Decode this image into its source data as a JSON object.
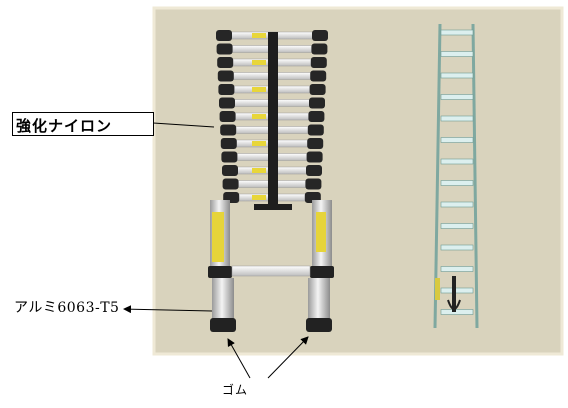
{
  "callouts": {
    "nylon": "強化ナイロン",
    "aluminum": "アルミ6063-T5",
    "rubber": "ゴム"
  },
  "colors": {
    "background": "#d9d3bd",
    "border": "#efead8",
    "rung": "#e8e8e8",
    "hinge": "#2a2a2a",
    "label": "#e8d63a",
    "slim_rung": "#d8ecec",
    "slim_rail": "#7fa8a0"
  },
  "icons": {
    "main": "telescopic-ladder-collapsed-image",
    "side": "telescopic-ladder-extended-image",
    "pointer": "arrow-pointer-icon"
  }
}
